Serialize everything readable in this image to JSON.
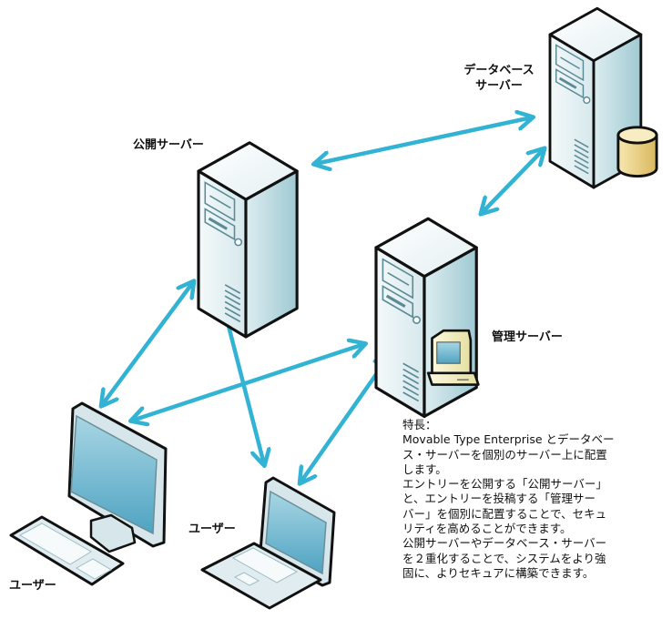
{
  "labels": {
    "db_server": [
      "データベース",
      "サーバー"
    ],
    "public_server": "公開サーバー",
    "admin_server": "管理サーバー",
    "user_desktop": "ユーザー",
    "user_laptop": "ユーザー"
  },
  "description": {
    "title": "特長：",
    "lines": [
      "Movable Type Enterprise とデータベー",
      "ス・サーバーを個別のサーバー上に配置",
      "します。",
      "エントリーを公開する「公開サーバー」",
      "と、エントリーを投稿する「管理サー",
      "バー」を個別に配置することで、セキュ",
      "リティを高めることができます。",
      "公開サーバーやデータベース・サーバー",
      "を２重化することで、システムをより強",
      "固に、よりセキュアに構築できます。"
    ]
  },
  "connections": [
    {
      "from": "public-server",
      "to": "database-server"
    },
    {
      "from": "admin-server",
      "to": "database-server"
    },
    {
      "from": "public-server",
      "to": "user-desktop"
    },
    {
      "from": "public-server",
      "to": "user-laptop"
    },
    {
      "from": "admin-server",
      "to": "user-desktop"
    },
    {
      "from": "admin-server",
      "to": "user-laptop"
    }
  ],
  "colors": {
    "arrow": "#33b3d4",
    "outline": "#111111",
    "server_face": "#e6f1f3",
    "server_side": "#a9cfd7",
    "screen": "#6fb6cf",
    "database": "#e8d08a",
    "admin_pc": "#f3efc2"
  }
}
